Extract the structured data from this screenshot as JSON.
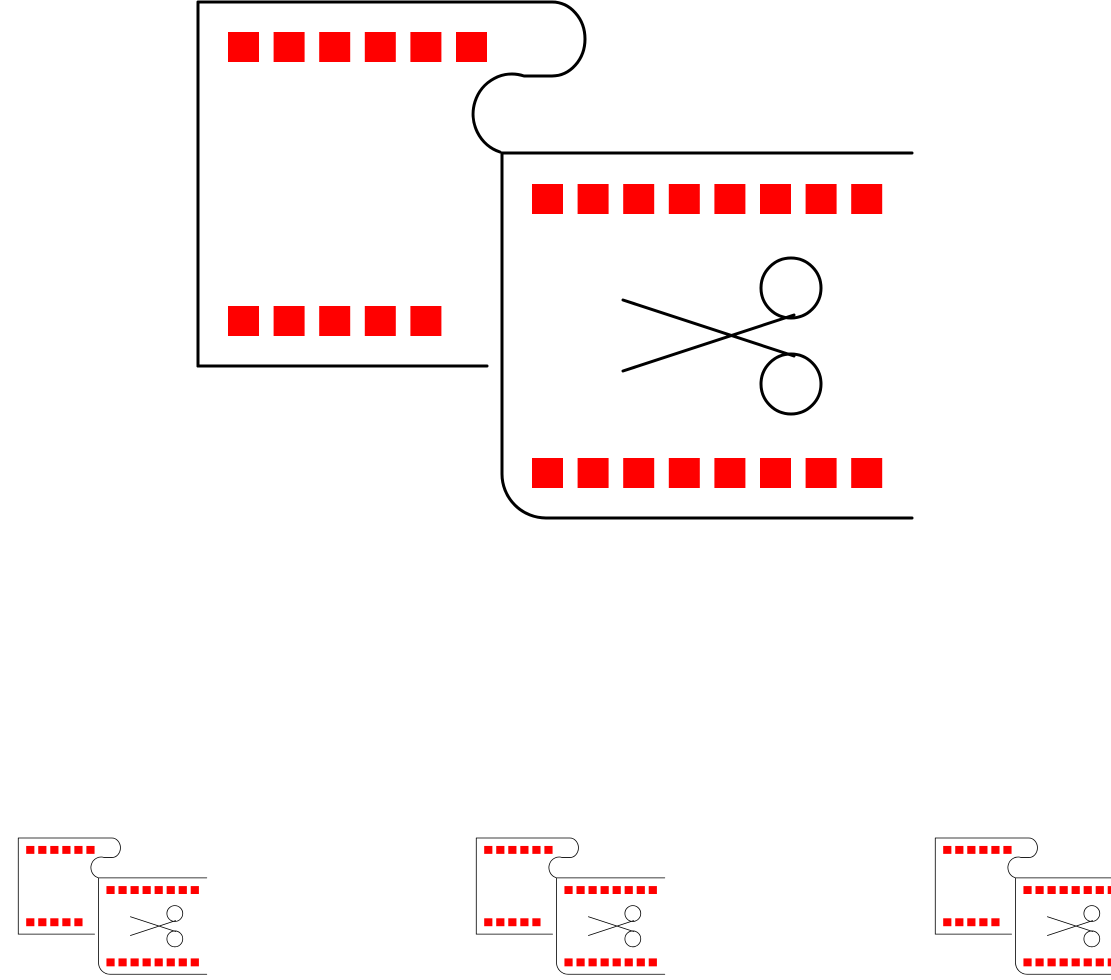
{
  "icon_set": {
    "name": "film-cut-icon",
    "colors": {
      "stroke": "#000000",
      "perforation": "#ff0000",
      "background": "#ffffff"
    },
    "variants": [
      {
        "id": "main",
        "name": "film-cut-icon-large"
      },
      {
        "id": "small-1",
        "name": "film-cut-icon-small"
      },
      {
        "id": "small-2",
        "name": "film-cut-icon-small"
      },
      {
        "id": "small-3",
        "name": "film-cut-icon-small"
      }
    ]
  }
}
